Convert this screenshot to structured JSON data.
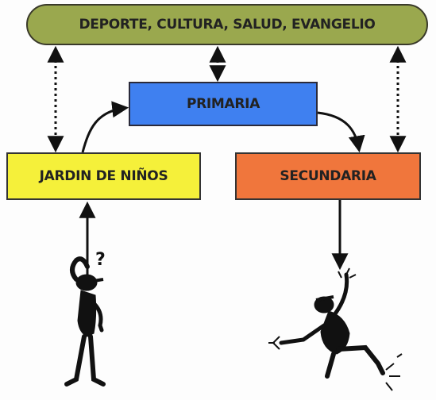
{
  "diagram": {
    "top_label": "DEPORTE, CULTURA, SALUD, EVANGELIO",
    "primaria_label": "PRIMARIA",
    "jardin_label": "JARDIN DE NIÑOS",
    "secundaria_label": "SECUNDARIA",
    "question_mark": "?"
  },
  "colors": {
    "top_fill": "#9aa84e",
    "primaria_fill": "#3f80f0",
    "jardin_fill": "#f5f03a",
    "secundaria_fill": "#f0763c",
    "ink": "#111111"
  }
}
